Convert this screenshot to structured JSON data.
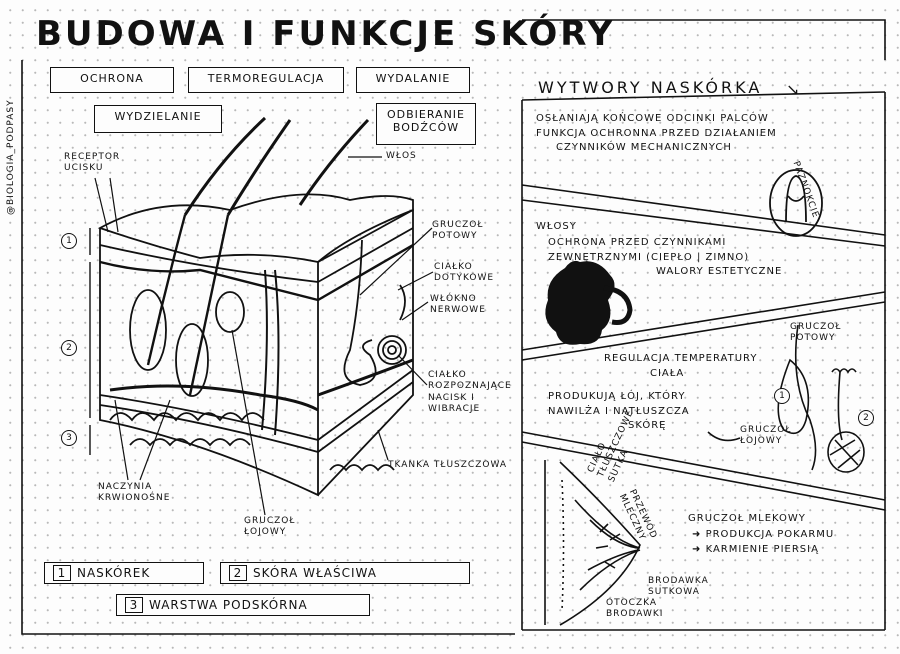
{
  "title": "BUDOWA I FUNKCJE SKÓRY",
  "side_credit": "@biologia_podpasy",
  "functions": [
    "OCHRONA",
    "TERMOREGULACJA",
    "WYDALANIE",
    "WYDZIELANIE",
    "ODBIERANIE BODŹCÓW"
  ],
  "diagram_labels": {
    "receptor": "RECEPTOR UCISKU",
    "hair": "WŁOS",
    "sweat_gland": "GRUCZOŁ POTOWY",
    "touch_corpuscle": "CIAŁKO DOTYKOWE",
    "nerve_fiber": "WŁÓKNO NERWOWE",
    "pressure_corpuscle": "CIAŁKO ROZPOZNAJĄCE NACISK I WIBRACJE",
    "fat_tissue": "TKANKA TŁUSZCZOWA",
    "blood_vessels": "NACZYNIA KRWIONOŚNE",
    "sebaceous_gland": "GRUCZOŁ ŁOJOWY"
  },
  "layer_markers": [
    "1",
    "2",
    "3"
  ],
  "legend": [
    {
      "num": "1",
      "label": "NASKÓREK"
    },
    {
      "num": "2",
      "label": "SKÓRA WŁAŚCIWA"
    },
    {
      "num": "3",
      "label": "WARSTWA PODSKÓRNA"
    }
  ],
  "right": {
    "header": "WYTWORY NASKÓRKA",
    "nails": {
      "lines": [
        "OSŁANIAJĄ KOŃCOWE ODCINKI PALCÓW",
        "FUNKCJA OCHRONNA PRZED DZIAŁANIEM",
        "CZYNNIKÓW MECHANICZNYCH"
      ],
      "label": "PAZNOKCIE"
    },
    "hair": {
      "title": "WŁOSY",
      "lines": [
        "OCHRONA PRZED CZYNNIKAMI",
        "ZEWNĘTRZNYMI (CIEPŁO | ZIMNO)",
        "WALORY ESTETYCZNE"
      ]
    },
    "glands": {
      "sweat_label": "GRUCZOŁ POTOWY",
      "sweat_lines": [
        "REGULACJA TEMPERATURY",
        "CIAŁA"
      ],
      "sebum_lines": [
        "PRODUKUJĄ ŁÓJ, KTÓRY",
        "NAWILŻA I NATŁUSZCZA",
        "SKÓRĘ"
      ],
      "sebum_label": "GRUCZOŁ ŁOJOWY",
      "markers": [
        "1",
        "2"
      ]
    },
    "mammary": {
      "fat_label": "CIAŁO TŁUSZCZOWE SUTKA",
      "duct_label": "PRZEWÓD MLECZNY",
      "nipple_label": "BRODAWKA SUTKOWA",
      "areola_label": "OTOCZKA BRODAWKI",
      "title": "GRUCZOŁ MLEKOWY",
      "lines": [
        "PRODUKCJA POKARMU",
        "KARMIENIE PIERSIĄ"
      ]
    }
  }
}
